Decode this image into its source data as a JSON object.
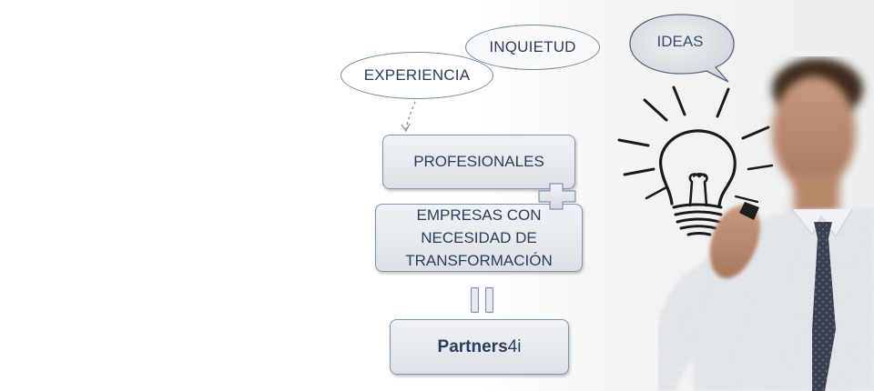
{
  "bubbles": {
    "inquietud": "INQUIETUD",
    "experiencia": "EXPERIENCIA",
    "ideas": "IDEAS"
  },
  "boxes": {
    "profesionales": "PROFESIONALES",
    "empresas": "EMPRESAS CON\nNECESIDAD DE\nTRANSFORMACIÓN",
    "partners_bold": "Partners",
    "partners_suffix": "4i"
  },
  "icons": {
    "plus": "plus-icon",
    "equals": "equals-icon",
    "arrow": "dashed-arrow-icon",
    "bulb": "lightbulb-icon"
  },
  "colors": {
    "box_border": "#7f93b2",
    "box_fill": "#e6e9ee",
    "text": "#2b3d5c",
    "bubble_border": "#6f87a6",
    "ideas_fill": "#dde1e6"
  }
}
